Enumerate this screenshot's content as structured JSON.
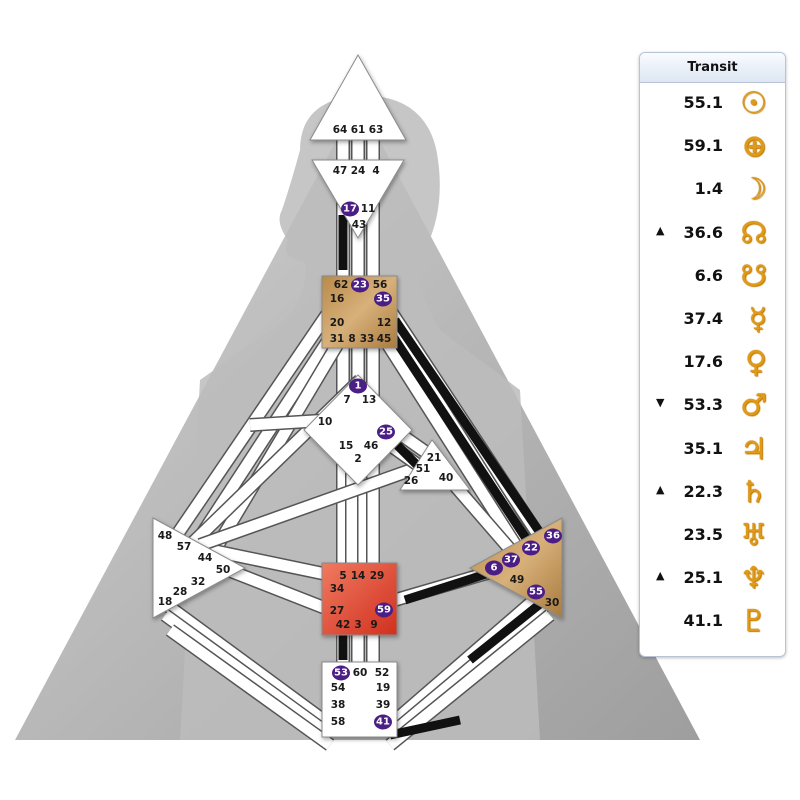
{
  "transit": {
    "title": "Transit",
    "rows": [
      {
        "arrow": "",
        "value": "55.1",
        "icon": "sun-icon",
        "glyph": "☉"
      },
      {
        "arrow": "",
        "value": "59.1",
        "icon": "earth-icon",
        "glyph": "⊕"
      },
      {
        "arrow": "",
        "value": "1.4",
        "icon": "moon-icon",
        "glyph": "☽"
      },
      {
        "arrow": "▲",
        "value": "36.6",
        "icon": "north-node-icon",
        "glyph": "☊"
      },
      {
        "arrow": "",
        "value": "6.6",
        "icon": "south-node-icon",
        "glyph": "☋"
      },
      {
        "arrow": "",
        "value": "37.4",
        "icon": "mercury-icon",
        "glyph": "☿"
      },
      {
        "arrow": "",
        "value": "17.6",
        "icon": "venus-icon",
        "glyph": "♀"
      },
      {
        "arrow": "▼",
        "value": "53.3",
        "icon": "mars-icon",
        "glyph": "♂"
      },
      {
        "arrow": "",
        "value": "35.1",
        "icon": "jupiter-icon",
        "glyph": "♃"
      },
      {
        "arrow": "▲",
        "value": "22.3",
        "icon": "saturn-icon",
        "glyph": "♄"
      },
      {
        "arrow": "",
        "value": "23.5",
        "icon": "uranus-icon",
        "glyph": "♅"
      },
      {
        "arrow": "▲",
        "value": "25.1",
        "icon": "neptune-icon",
        "glyph": "♆"
      },
      {
        "arrow": "",
        "value": "41.1",
        "icon": "pluto-icon",
        "glyph": "♇"
      }
    ]
  },
  "centers": [
    {
      "id": "head",
      "defined": false,
      "color": "#ffffff"
    },
    {
      "id": "ajna",
      "defined": false,
      "color": "#ffffff"
    },
    {
      "id": "throat",
      "defined": true,
      "color": "#c8a06a"
    },
    {
      "id": "g",
      "defined": false,
      "color": "#ffffff"
    },
    {
      "id": "heart",
      "defined": false,
      "color": "#ffffff"
    },
    {
      "id": "spleen",
      "defined": false,
      "color": "#ffffff"
    },
    {
      "id": "sacral",
      "defined": true,
      "color": "#e8503a"
    },
    {
      "id": "solar-plexus",
      "defined": true,
      "color": "#c8a06a"
    },
    {
      "id": "root",
      "defined": false,
      "color": "#ffffff"
    }
  ],
  "gates": [
    {
      "n": "64",
      "active": false
    },
    {
      "n": "61",
      "active": false
    },
    {
      "n": "63",
      "active": false
    },
    {
      "n": "47",
      "active": false
    },
    {
      "n": "24",
      "active": false
    },
    {
      "n": "4",
      "active": false
    },
    {
      "n": "17",
      "active": true
    },
    {
      "n": "11",
      "active": false
    },
    {
      "n": "43",
      "active": false
    },
    {
      "n": "62",
      "active": false
    },
    {
      "n": "23",
      "active": true
    },
    {
      "n": "56",
      "active": false
    },
    {
      "n": "16",
      "active": false
    },
    {
      "n": "35",
      "active": true
    },
    {
      "n": "20",
      "active": false
    },
    {
      "n": "12",
      "active": false
    },
    {
      "n": "31",
      "active": false
    },
    {
      "n": "8",
      "active": false
    },
    {
      "n": "33",
      "active": false
    },
    {
      "n": "45",
      "active": false
    },
    {
      "n": "1",
      "active": true
    },
    {
      "n": "7",
      "active": false
    },
    {
      "n": "13",
      "active": false
    },
    {
      "n": "10",
      "active": false
    },
    {
      "n": "25",
      "active": true
    },
    {
      "n": "15",
      "active": false
    },
    {
      "n": "46",
      "active": false
    },
    {
      "n": "2",
      "active": false
    },
    {
      "n": "21",
      "active": false
    },
    {
      "n": "51",
      "active": false
    },
    {
      "n": "26",
      "active": false
    },
    {
      "n": "40",
      "active": false
    },
    {
      "n": "48",
      "active": false
    },
    {
      "n": "57",
      "active": false
    },
    {
      "n": "44",
      "active": false
    },
    {
      "n": "50",
      "active": false
    },
    {
      "n": "32",
      "active": false
    },
    {
      "n": "28",
      "active": false
    },
    {
      "n": "18",
      "active": false
    },
    {
      "n": "5",
      "active": false
    },
    {
      "n": "14",
      "active": false
    },
    {
      "n": "29",
      "active": false
    },
    {
      "n": "34",
      "active": false
    },
    {
      "n": "27",
      "active": false
    },
    {
      "n": "59",
      "active": true
    },
    {
      "n": "42",
      "active": false
    },
    {
      "n": "3",
      "active": false
    },
    {
      "n": "9",
      "active": false
    },
    {
      "n": "36",
      "active": true
    },
    {
      "n": "22",
      "active": true
    },
    {
      "n": "37",
      "active": true
    },
    {
      "n": "6",
      "active": true
    },
    {
      "n": "49",
      "active": false
    },
    {
      "n": "55",
      "active": true
    },
    {
      "n": "30",
      "active": false
    },
    {
      "n": "53",
      "active": true
    },
    {
      "n": "60",
      "active": false
    },
    {
      "n": "52",
      "active": false
    },
    {
      "n": "54",
      "active": false
    },
    {
      "n": "19",
      "active": false
    },
    {
      "n": "38",
      "active": false
    },
    {
      "n": "39",
      "active": false
    },
    {
      "n": "58",
      "active": false
    },
    {
      "n": "41",
      "active": true
    }
  ],
  "colors": {
    "active_gate": "#4b1e86",
    "defined_channel": "#111111",
    "channel": "#ffffff",
    "background_triangle": "#a9a9a9",
    "silhouette": "#bdbdbd"
  }
}
